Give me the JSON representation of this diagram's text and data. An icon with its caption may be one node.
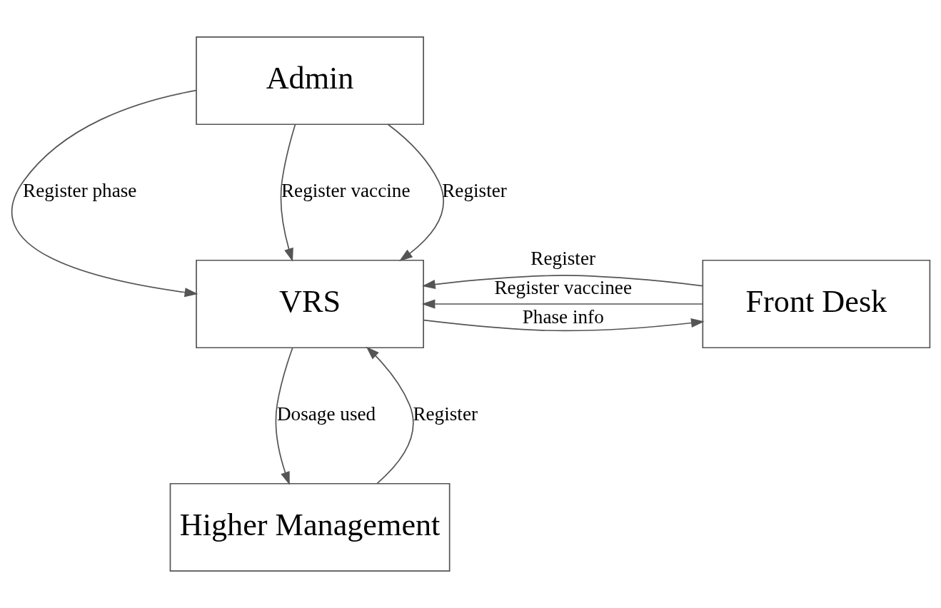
{
  "diagram": {
    "nodes": [
      {
        "text": [
          "Admin"
        ]
      },
      {
        "text": [
          "Front Desk"
        ]
      },
      {
        "text": [
          "VRS"
        ]
      },
      {
        "text": [
          "Higher Management"
        ]
      }
    ],
    "edges": [
      {
        "from": 0,
        "to": 2,
        "arrow": "to",
        "label": "Register phase"
      },
      {
        "from": 0,
        "to": 2,
        "arrow": "to",
        "label": "Register vaccine"
      },
      {
        "from": 0,
        "to": 2,
        "arrow": "to",
        "label": "Register"
      },
      {
        "from": 1,
        "to": 2,
        "arrow": "to",
        "label": "Register"
      },
      {
        "from": 2,
        "to": 1,
        "arrow": "to",
        "label": "Phase info"
      },
      {
        "from": 1,
        "to": 2,
        "arrow": "to",
        "label": "Register vaccinee"
      },
      {
        "from": 3,
        "to": 2,
        "arrow": "to",
        "label": "Register"
      },
      {
        "from": 2,
        "to": 3,
        "arrow": "to",
        "label": "Dosage used"
      }
    ]
  }
}
